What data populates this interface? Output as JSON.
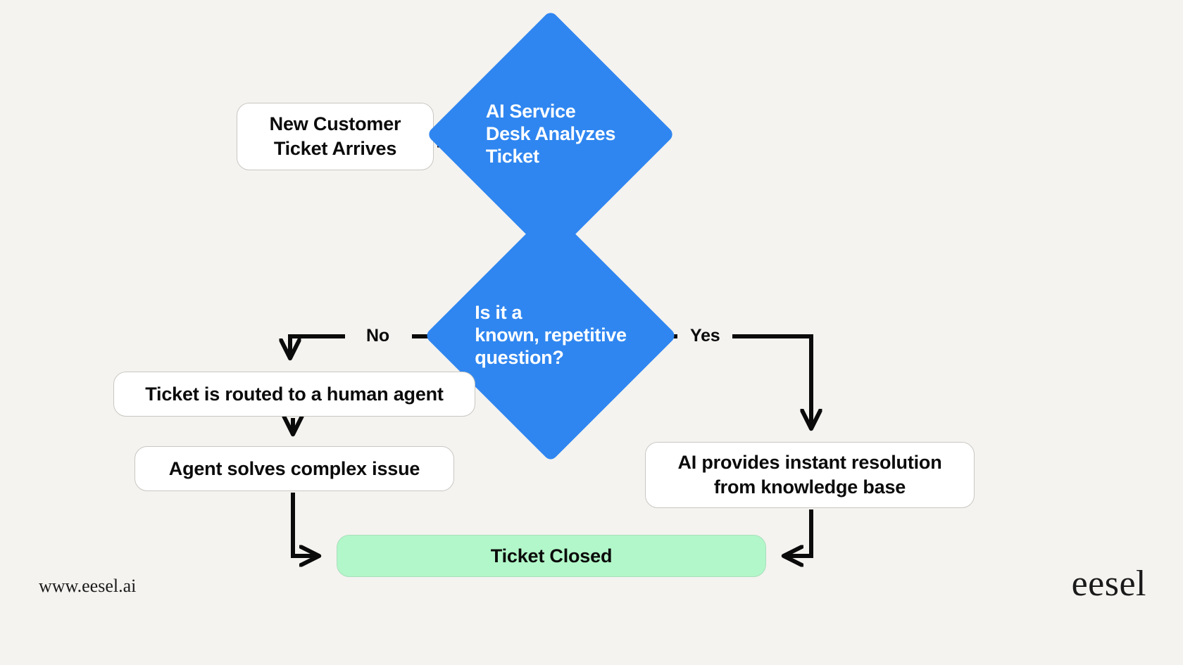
{
  "page": {
    "background_color": "#f4f3f0",
    "accent_blue": "#2f86f0",
    "success_green": "#b2f7c9"
  },
  "nodes": {
    "start": {
      "label": "New Customer\nTicket Arrives",
      "shape": "rounded-rect",
      "fill": "#ffffff"
    },
    "analyze": {
      "label": "AI Service\nDesk Analyzes\nTicket",
      "shape": "diamond",
      "fill": "#2f86f0"
    },
    "decision": {
      "label": "Is it a\nknown, repetitive\nquestion?",
      "shape": "diamond",
      "fill": "#2f86f0"
    },
    "human_route": {
      "label": "Ticket is routed to a human agent",
      "shape": "rounded-rect",
      "fill": "#ffffff"
    },
    "agent_solves": {
      "label": "Agent solves complex issue",
      "shape": "rounded-rect",
      "fill": "#ffffff"
    },
    "ai_resolution": {
      "label": "AI provides instant resolution\nfrom knowledge base",
      "shape": "rounded-rect",
      "fill": "#ffffff"
    },
    "ticket_closed": {
      "label": "Ticket Closed",
      "shape": "rounded-rect",
      "fill": "#b2f7c9"
    }
  },
  "edges": {
    "no_label": "No",
    "yes_label": "Yes"
  },
  "footer": {
    "url": "www.eesel.ai",
    "brand": "eesel"
  },
  "chart_data": {
    "type": "diagram",
    "title": "AI Service Desk Ticket Flow",
    "nodes": [
      {
        "id": "start",
        "text": "New Customer Ticket Arrives",
        "shape": "rounded-rect",
        "fill": "#ffffff"
      },
      {
        "id": "analyze",
        "text": "AI Service Desk Analyzes Ticket",
        "shape": "diamond",
        "fill": "#2f86f0"
      },
      {
        "id": "decision",
        "text": "Is it a known, repetitive question?",
        "shape": "diamond",
        "fill": "#2f86f0"
      },
      {
        "id": "human_route",
        "text": "Ticket is routed to a human agent",
        "shape": "rounded-rect",
        "fill": "#ffffff"
      },
      {
        "id": "agent_solves",
        "text": "Agent solves complex issue",
        "shape": "rounded-rect",
        "fill": "#ffffff"
      },
      {
        "id": "ai_resolution",
        "text": "AI provides instant resolution from knowledge base",
        "shape": "rounded-rect",
        "fill": "#ffffff"
      },
      {
        "id": "ticket_closed",
        "text": "Ticket Closed",
        "shape": "rounded-rect",
        "fill": "#b2f7c9"
      }
    ],
    "edges": [
      {
        "from": "start",
        "to": "analyze",
        "label": ""
      },
      {
        "from": "analyze",
        "to": "decision",
        "label": ""
      },
      {
        "from": "decision",
        "to": "human_route",
        "label": "No"
      },
      {
        "from": "decision",
        "to": "ai_resolution",
        "label": "Yes"
      },
      {
        "from": "human_route",
        "to": "agent_solves",
        "label": ""
      },
      {
        "from": "agent_solves",
        "to": "ticket_closed",
        "label": ""
      },
      {
        "from": "ai_resolution",
        "to": "ticket_closed",
        "label": ""
      }
    ]
  }
}
